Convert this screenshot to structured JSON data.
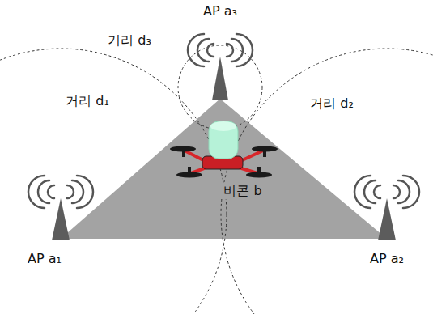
{
  "diagram": {
    "labels": [
      "AP a₃",
      "거리 d₁",
      "거리 d₂",
      "거리 d₃",
      "비콘 b",
      "AP a₁",
      "AP a₂"
    ]
  }
}
